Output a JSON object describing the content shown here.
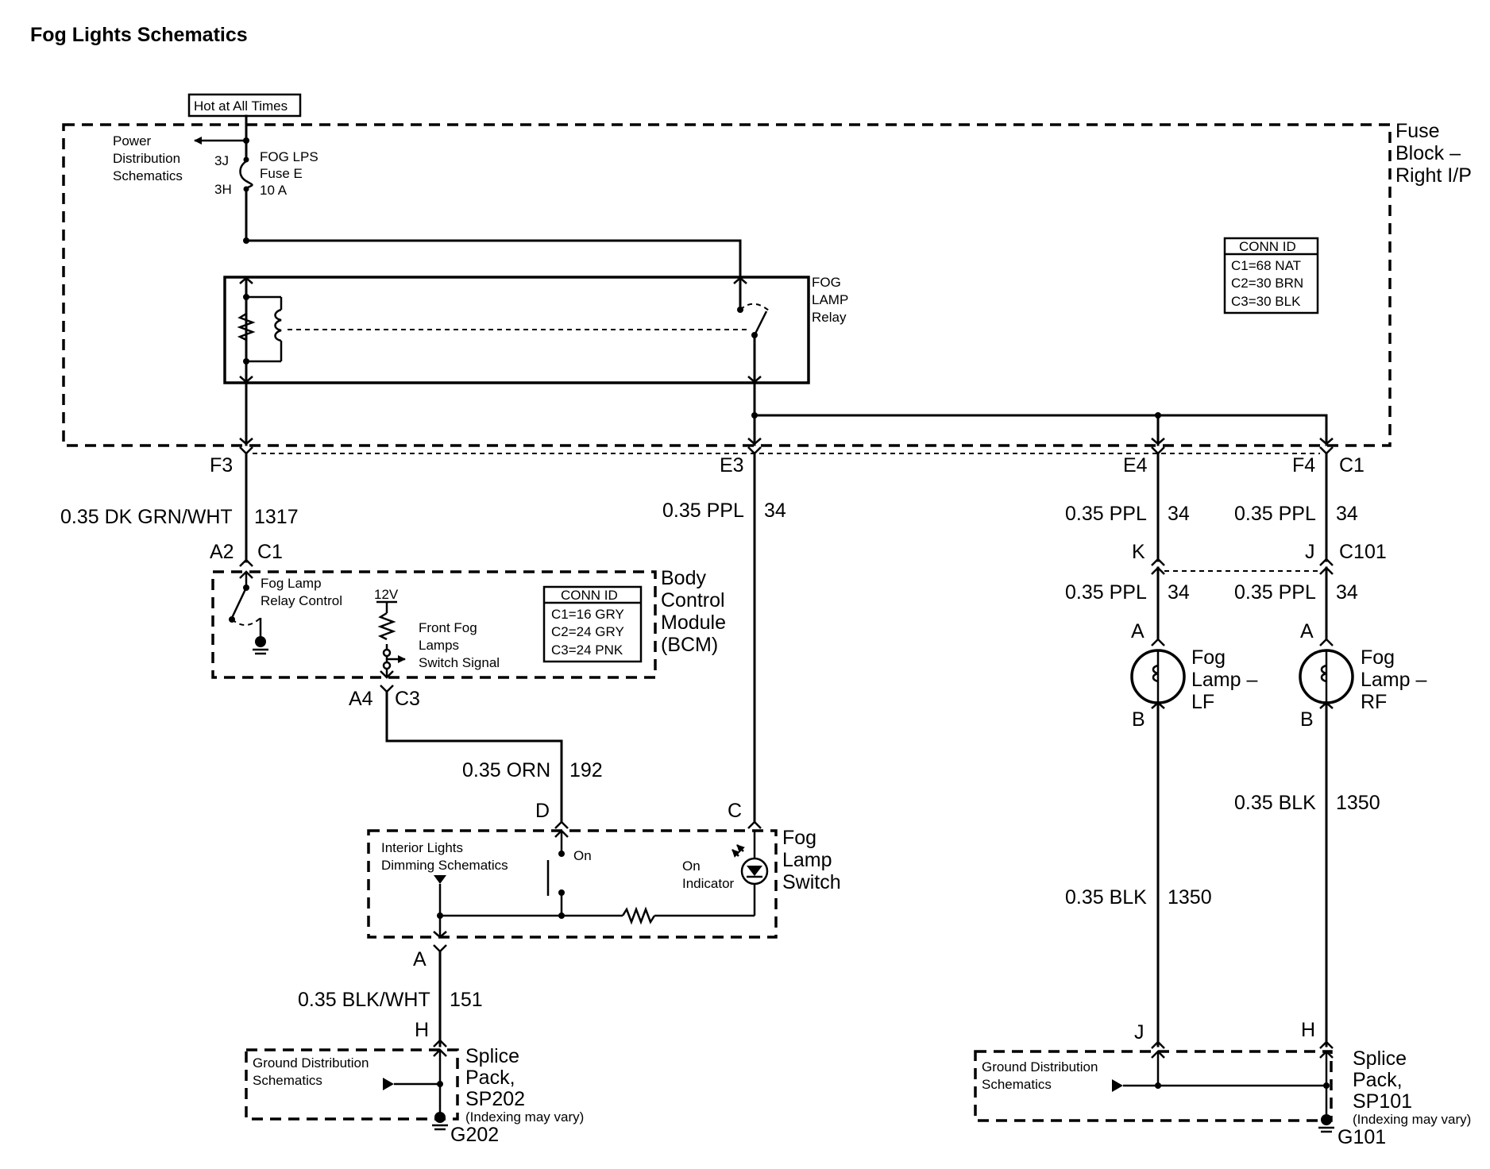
{
  "title": "Fog Lights Schematics",
  "hot_label": "Hot at All Times",
  "fuse_block": {
    "label_lines": [
      "Fuse",
      "Block –",
      "Right I/P"
    ],
    "power_ref_lines": [
      "Power",
      "Distribution",
      "Schematics"
    ],
    "fuse_lines": [
      "FOG LPS",
      "Fuse E",
      "10 A"
    ],
    "pin_in": "3J",
    "pin_out": "3H",
    "relay_lines": [
      "FOG",
      "LAMP",
      "Relay"
    ],
    "conn_id": {
      "header": "CONN ID",
      "rows": [
        "C1=68 NAT",
        "C2=30 BRN",
        "C3=30 BLK"
      ]
    }
  },
  "terminals": {
    "f3": "F3",
    "e3": "E3",
    "e4": "E4",
    "f4": "F4",
    "c1_right": "C1",
    "a2": "A2",
    "c1_bcm": "C1",
    "k": "K",
    "j": "J",
    "c101": "C101",
    "a4": "A4",
    "c3": "C3",
    "d": "D",
    "c": "C",
    "lf_a": "A",
    "lf_b": "B",
    "rf_a": "A",
    "rf_b": "B",
    "sw_a": "A",
    "sp202_h": "H",
    "sp101_j": "J",
    "sp101_h": "H"
  },
  "wires": {
    "w1317_color": "0.35 DK GRN/WHT",
    "w1317_num": "1317",
    "w34_e3_color": "0.35 PPL",
    "w34_e3_num": "34",
    "w34_e4_color": "0.35 PPL",
    "w34_e4_num": "34",
    "w34_f4_color": "0.35 PPL",
    "w34_f4_num": "34",
    "w34_k_color": "0.35 PPL",
    "w34_k_num": "34",
    "w34_j_color": "0.35 PPL",
    "w34_j_num": "34",
    "w192_color": "0.35 ORN",
    "w192_num": "192",
    "w151_color": "0.35 BLK/WHT",
    "w151_num": "151",
    "w1350_lf_color": "0.35 BLK",
    "w1350_lf_num": "1350",
    "w1350_rf_color": "0.35 BLK",
    "w1350_rf_num": "1350"
  },
  "bcm": {
    "label_lines": [
      "Body",
      "Control",
      "Module",
      "(BCM)"
    ],
    "relay_ctrl_lines": [
      "Fog Lamp",
      "Relay Control"
    ],
    "v12": "12V",
    "signal_lines": [
      "Front Fog",
      "Lamps",
      "Switch Signal"
    ],
    "conn_id": {
      "header": "CONN ID",
      "rows": [
        "C1=16 GRY",
        "C2=24 GRY",
        "C3=24 PNK"
      ]
    }
  },
  "fog_switch": {
    "label_lines": [
      "Fog",
      "Lamp",
      "Switch"
    ],
    "dimming_lines": [
      "Interior Lights",
      "Dimming Schematics"
    ],
    "on_label": "On",
    "indicator_lines": [
      "On",
      "Indicator"
    ]
  },
  "lamps": {
    "lf_lines": [
      "Fog",
      "Lamp –",
      "LF"
    ],
    "rf_lines": [
      "Fog",
      "Lamp –",
      "RF"
    ]
  },
  "sp202": {
    "ground_lines": [
      "Ground Distribution",
      "Schematics"
    ],
    "label_lines": [
      "Splice",
      "Pack,",
      "SP202"
    ],
    "indexing": "(Indexing may vary)",
    "ground_id": "G202"
  },
  "sp101": {
    "ground_lines": [
      "Ground Distribution",
      "Schematics"
    ],
    "label_lines": [
      "Splice",
      "Pack,",
      "SP101"
    ],
    "indexing": "(Indexing may vary)",
    "ground_id": "G101"
  }
}
